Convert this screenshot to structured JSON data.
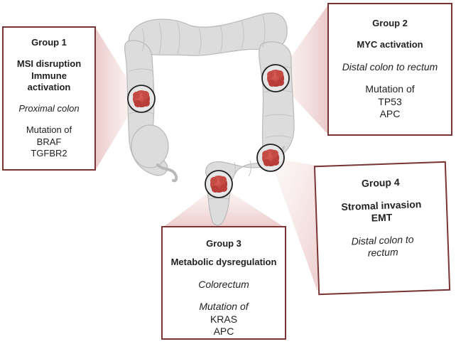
{
  "groups": [
    {
      "title": "Group 1",
      "pathway_line1": "MSI disruption",
      "pathway_line2": "Immune",
      "pathway_line3": "activation",
      "location": "Proximal colon",
      "mutation_label": "Mutation of",
      "genes": [
        "BRAF",
        "TGFBR2"
      ]
    },
    {
      "title": "Group 2",
      "pathway_line1": "MYC activation",
      "location": "Distal colon to rectum",
      "mutation_label": "Mutation of",
      "genes": [
        "TP53",
        "APC"
      ]
    },
    {
      "title": "Group 3",
      "pathway_line1": "Metabolic dysregulation",
      "location": "Colorectum",
      "mutation_label": "Mutation of",
      "genes": [
        "KRAS",
        "APC"
      ]
    },
    {
      "title": "Group 4",
      "pathway_line1": "Stromal invasion",
      "pathway_line2": "EMT",
      "location_line1": "Distal colon to",
      "location_line2": "rectum"
    }
  ],
  "colors": {
    "border": "#7a3434",
    "tumor": "#c0453f",
    "colon": "#d9d9d9",
    "callout": "#f2dcdc"
  }
}
